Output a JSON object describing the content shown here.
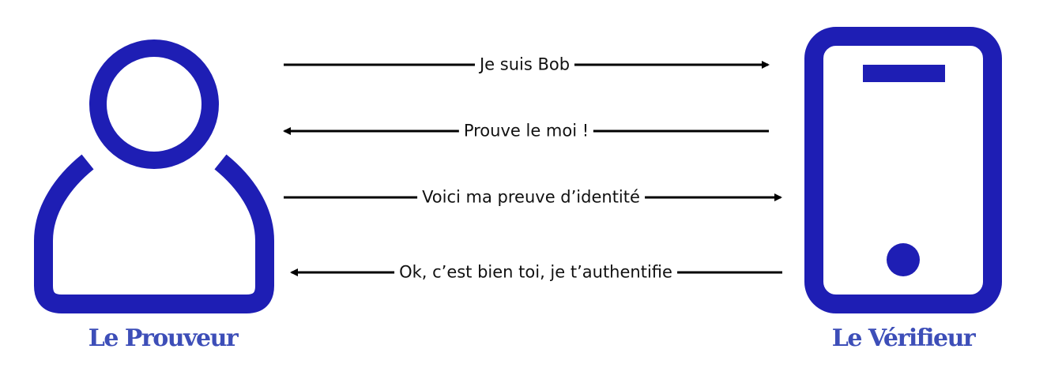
{
  "colors": {
    "accent": "#1e1eb4",
    "label_text": "#3d4eb8",
    "arrow": "#000000"
  },
  "actors": {
    "prover": {
      "label": "Le Prouveur",
      "icon": "person-icon"
    },
    "verifier": {
      "label": "Le Vérifieur",
      "icon": "phone-icon"
    }
  },
  "messages": [
    {
      "text": "Je suis Bob",
      "direction": "right"
    },
    {
      "text": "Prouve le moi !",
      "direction": "left"
    },
    {
      "text": "Voici ma preuve d’identité",
      "direction": "right"
    },
    {
      "text": "Ok, c’est bien toi, je t’authentifie",
      "direction": "left"
    }
  ]
}
